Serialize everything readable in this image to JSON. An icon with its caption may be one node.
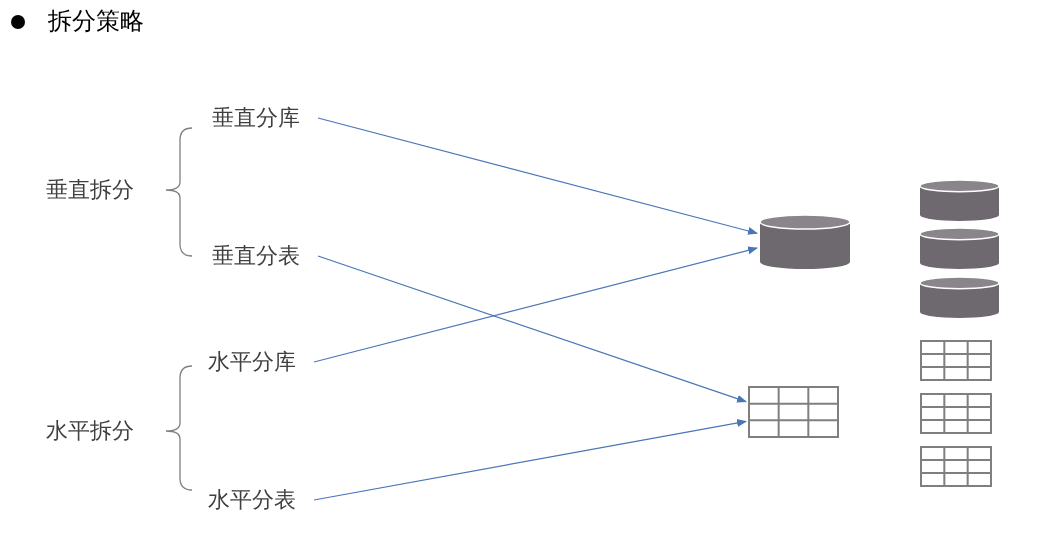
{
  "diagram": {
    "title": "拆分策略",
    "nodes": [
      {
        "text": [
          "垂直分库"
        ]
      },
      {
        "text": [
          "垂直分表"
        ]
      },
      {
        "text": [
          "水平分库"
        ]
      },
      {
        "text": [
          "水平分表"
        ]
      },
      {
        "text": [],
        "shape": "cylinder"
      },
      {
        "text": [],
        "shape": "table"
      },
      {
        "text": [],
        "shape": "cylinder"
      },
      {
        "text": [],
        "shape": "cylinder"
      },
      {
        "text": [],
        "shape": "cylinder"
      },
      {
        "text": [],
        "shape": "table"
      },
      {
        "text": [],
        "shape": "table"
      },
      {
        "text": [],
        "shape": "table"
      }
    ],
    "edges": [
      {
        "from": 0,
        "to": 4,
        "arrow": "to"
      },
      {
        "from": 1,
        "to": 5,
        "arrow": "to"
      },
      {
        "from": 2,
        "to": 4,
        "arrow": "to"
      },
      {
        "from": 3,
        "to": 5,
        "arrow": "to"
      }
    ],
    "labels": [
      "垂直拆分",
      "水平拆分"
    ]
  }
}
